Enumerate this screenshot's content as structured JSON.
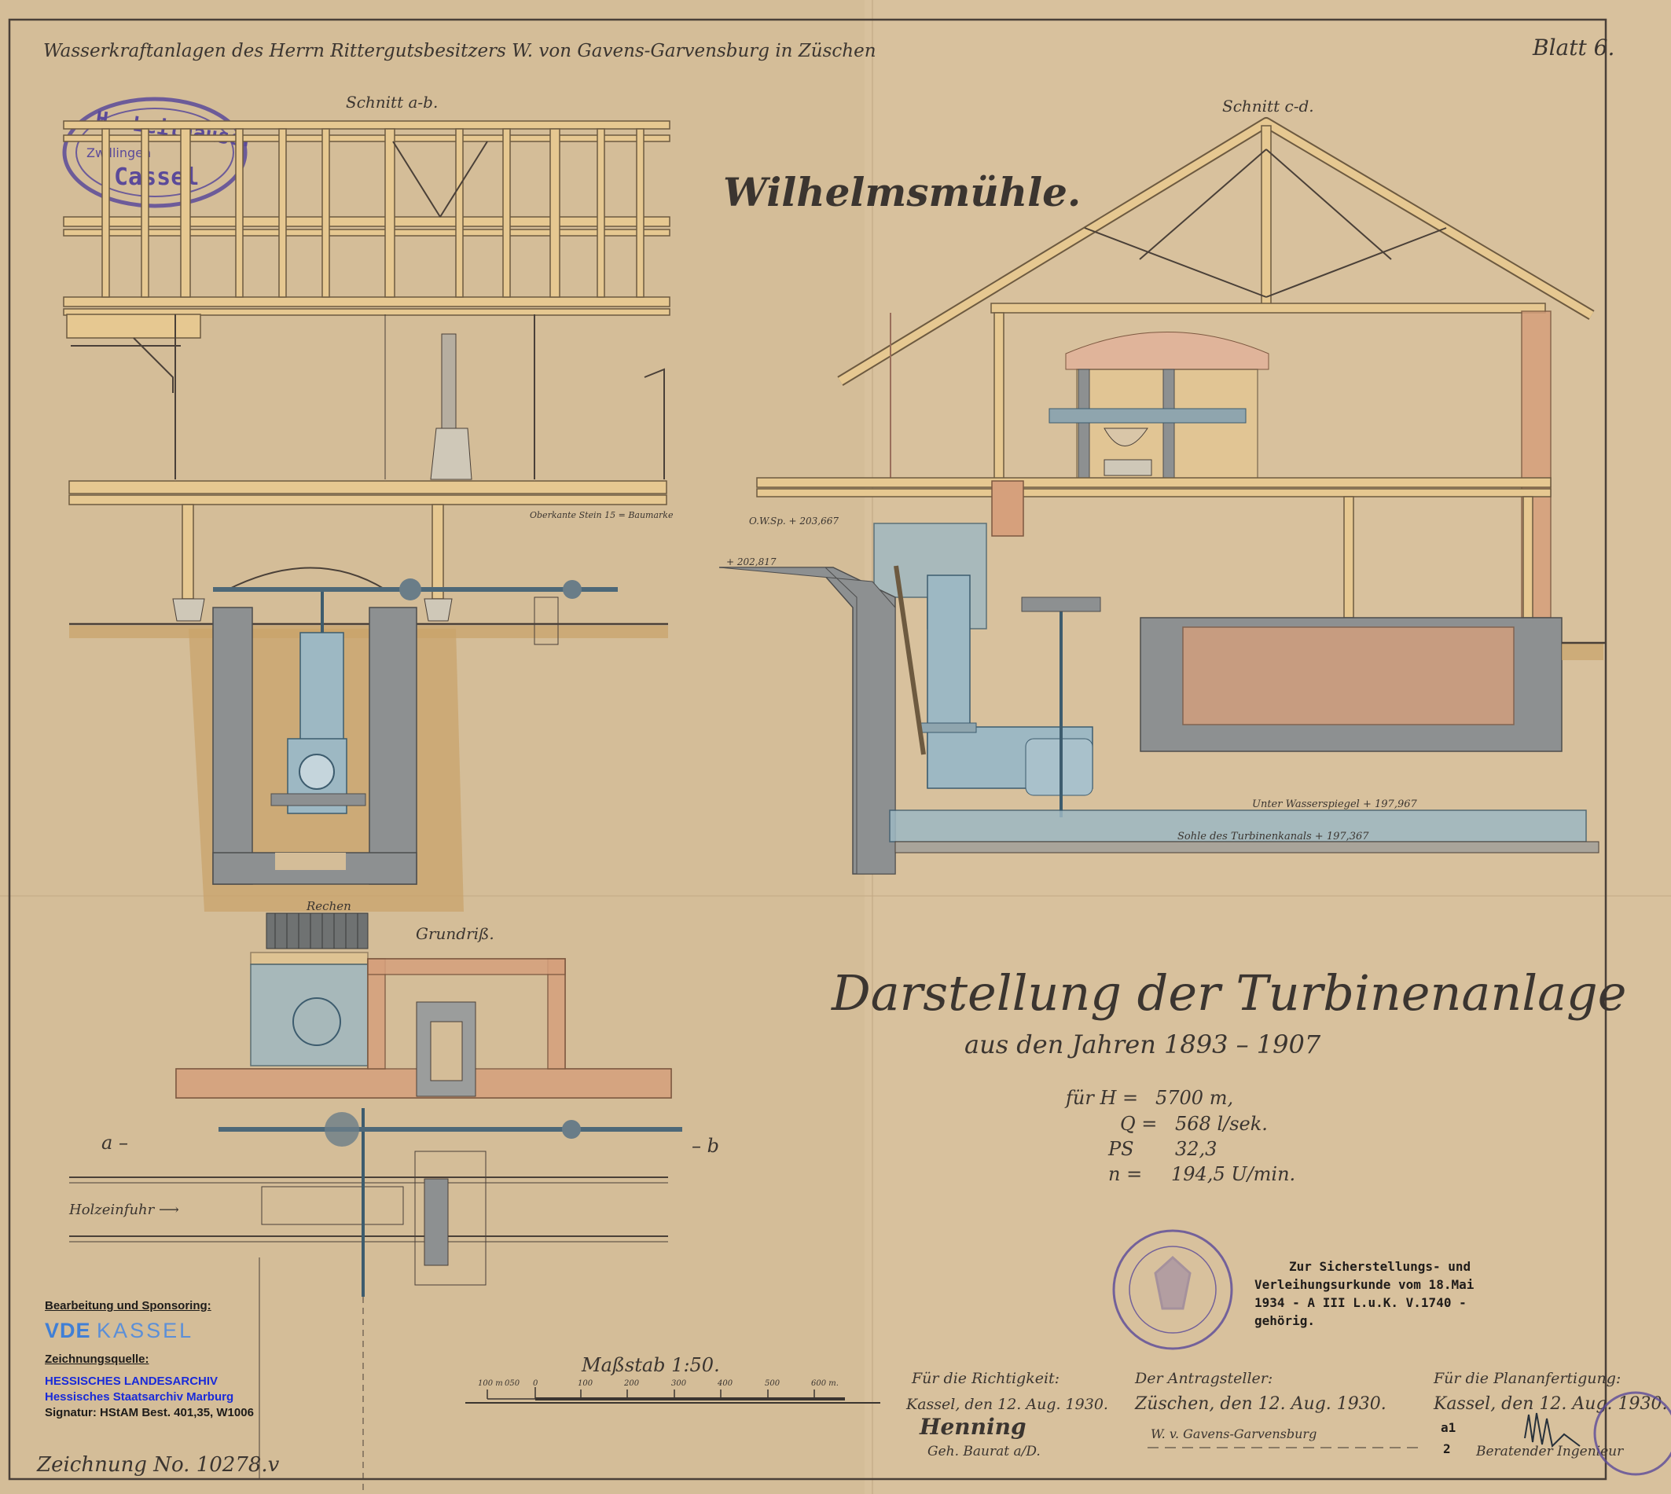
{
  "header": {
    "title": "Wasserkraftanlagen des Herrn Rittergutsbesitzers W. von Gavens-Garvensburg in Züschen",
    "sheet": "Blatt 6."
  },
  "stamp_top_left": {
    "lines": [
      "H. Leithäuser",
      "Zwillingen",
      "Cassel"
    ]
  },
  "building_name": "Wilhelmsmühle.",
  "sections": {
    "ab": "Schnitt a-b.",
    "cd": "Schnitt c-d.",
    "plan": "Grundriß.",
    "rake": "Rechen",
    "marker_a": "a –",
    "marker_b": "– b",
    "wood_inlet": "Holzeinfuhr ⟶"
  },
  "annotations": {
    "stone_edge": "Oberkante Stein 15 = Baumarke",
    "upper_water": "O.W.Sp. + 203,667",
    "ground_level": "+ 202,817",
    "lower_water": "Unter Wasserspiegel  + 197,967",
    "channel_bottom": "Sohle des Turbinenkanals  + 197,367"
  },
  "title": {
    "main": "Darstellung der Turbinenanlage",
    "sub": "aus den Jahren 1893 – 1907"
  },
  "specs": [
    {
      "label": "für H =",
      "value": "5700 m,"
    },
    {
      "label": "Q =",
      "value": "568 l/sek."
    },
    {
      "label": "PS",
      "value": "32,3"
    },
    {
      "label": "n =",
      "value": "194,5 U/min."
    }
  ],
  "typed_note": [
    "Zur Sicherstellungs- und",
    "Verleihungsurkunde vom 18.Mai",
    "1934 - A III L.u.K. V.1740 -",
    "gehörig."
  ],
  "scale": {
    "label": "Maßstab 1:50.",
    "ticks": [
      "100 m",
      "050",
      "0",
      "100",
      "200",
      "300",
      "400",
      "500",
      "600 m."
    ]
  },
  "signatures": [
    {
      "heading": "Für die Richtigkeit:",
      "place_date": "Kassel, den 12. Aug. 1930.",
      "signature": "Henning",
      "role": "Geh. Baurat a/D."
    },
    {
      "heading": "Der Antragsteller:",
      "place_date": "Züschen, den 12. Aug.     1930.",
      "signature": "W. v. Gavens-Garvensburg",
      "role": ""
    },
    {
      "heading": "Für die Plananfertigung:",
      "place_date": "Kassel, den 12. Aug. 1930.",
      "signature": "",
      "role": "Beratender Ingenieur"
    }
  ],
  "margin_marks": [
    "a1",
    "2"
  ],
  "drawing_number": "Zeichnung No. 10278.v",
  "credits": {
    "heading1": "Bearbeitung und Sponsoring:",
    "logo_bold": "VDE",
    "logo_light": "KASSEL",
    "heading2": "Zeichnungsquelle:",
    "archive1": "HESSISCHES LANDESARCHIV",
    "archive2": "Hessisches Staatsarchiv Marburg",
    "signature": "Signatur: HStAM Best. 401,35, W1006"
  },
  "colors": {
    "paper": "#d4bd98",
    "ink": "#3b3530",
    "water": "#9db8c3",
    "masonry": "#8d9091",
    "brick": "#d6a07c",
    "stamp": "#5b4a9a",
    "vde_blue": "#3f7fd6",
    "archive_blue": "#1a2bd8"
  }
}
